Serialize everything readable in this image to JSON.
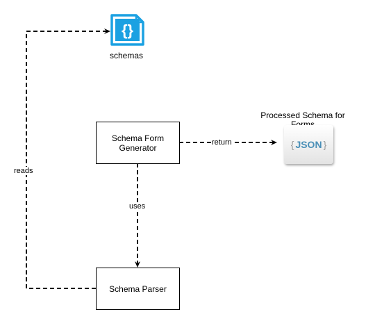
{
  "nodes": {
    "schemas": {
      "label": "schemas",
      "icon": "json-file-icon",
      "icon_color": "#1ba1e2"
    },
    "generator": {
      "label": "Schema Form\nGenerator"
    },
    "parser": {
      "label": "Schema Parser"
    },
    "processed": {
      "label": "Processed Schema for\nForms",
      "icon": "json-badge-icon",
      "badge_text": "JSON"
    }
  },
  "edges": {
    "reads": {
      "label": "reads"
    },
    "return": {
      "label": "return"
    },
    "uses": {
      "label": "uses"
    }
  }
}
